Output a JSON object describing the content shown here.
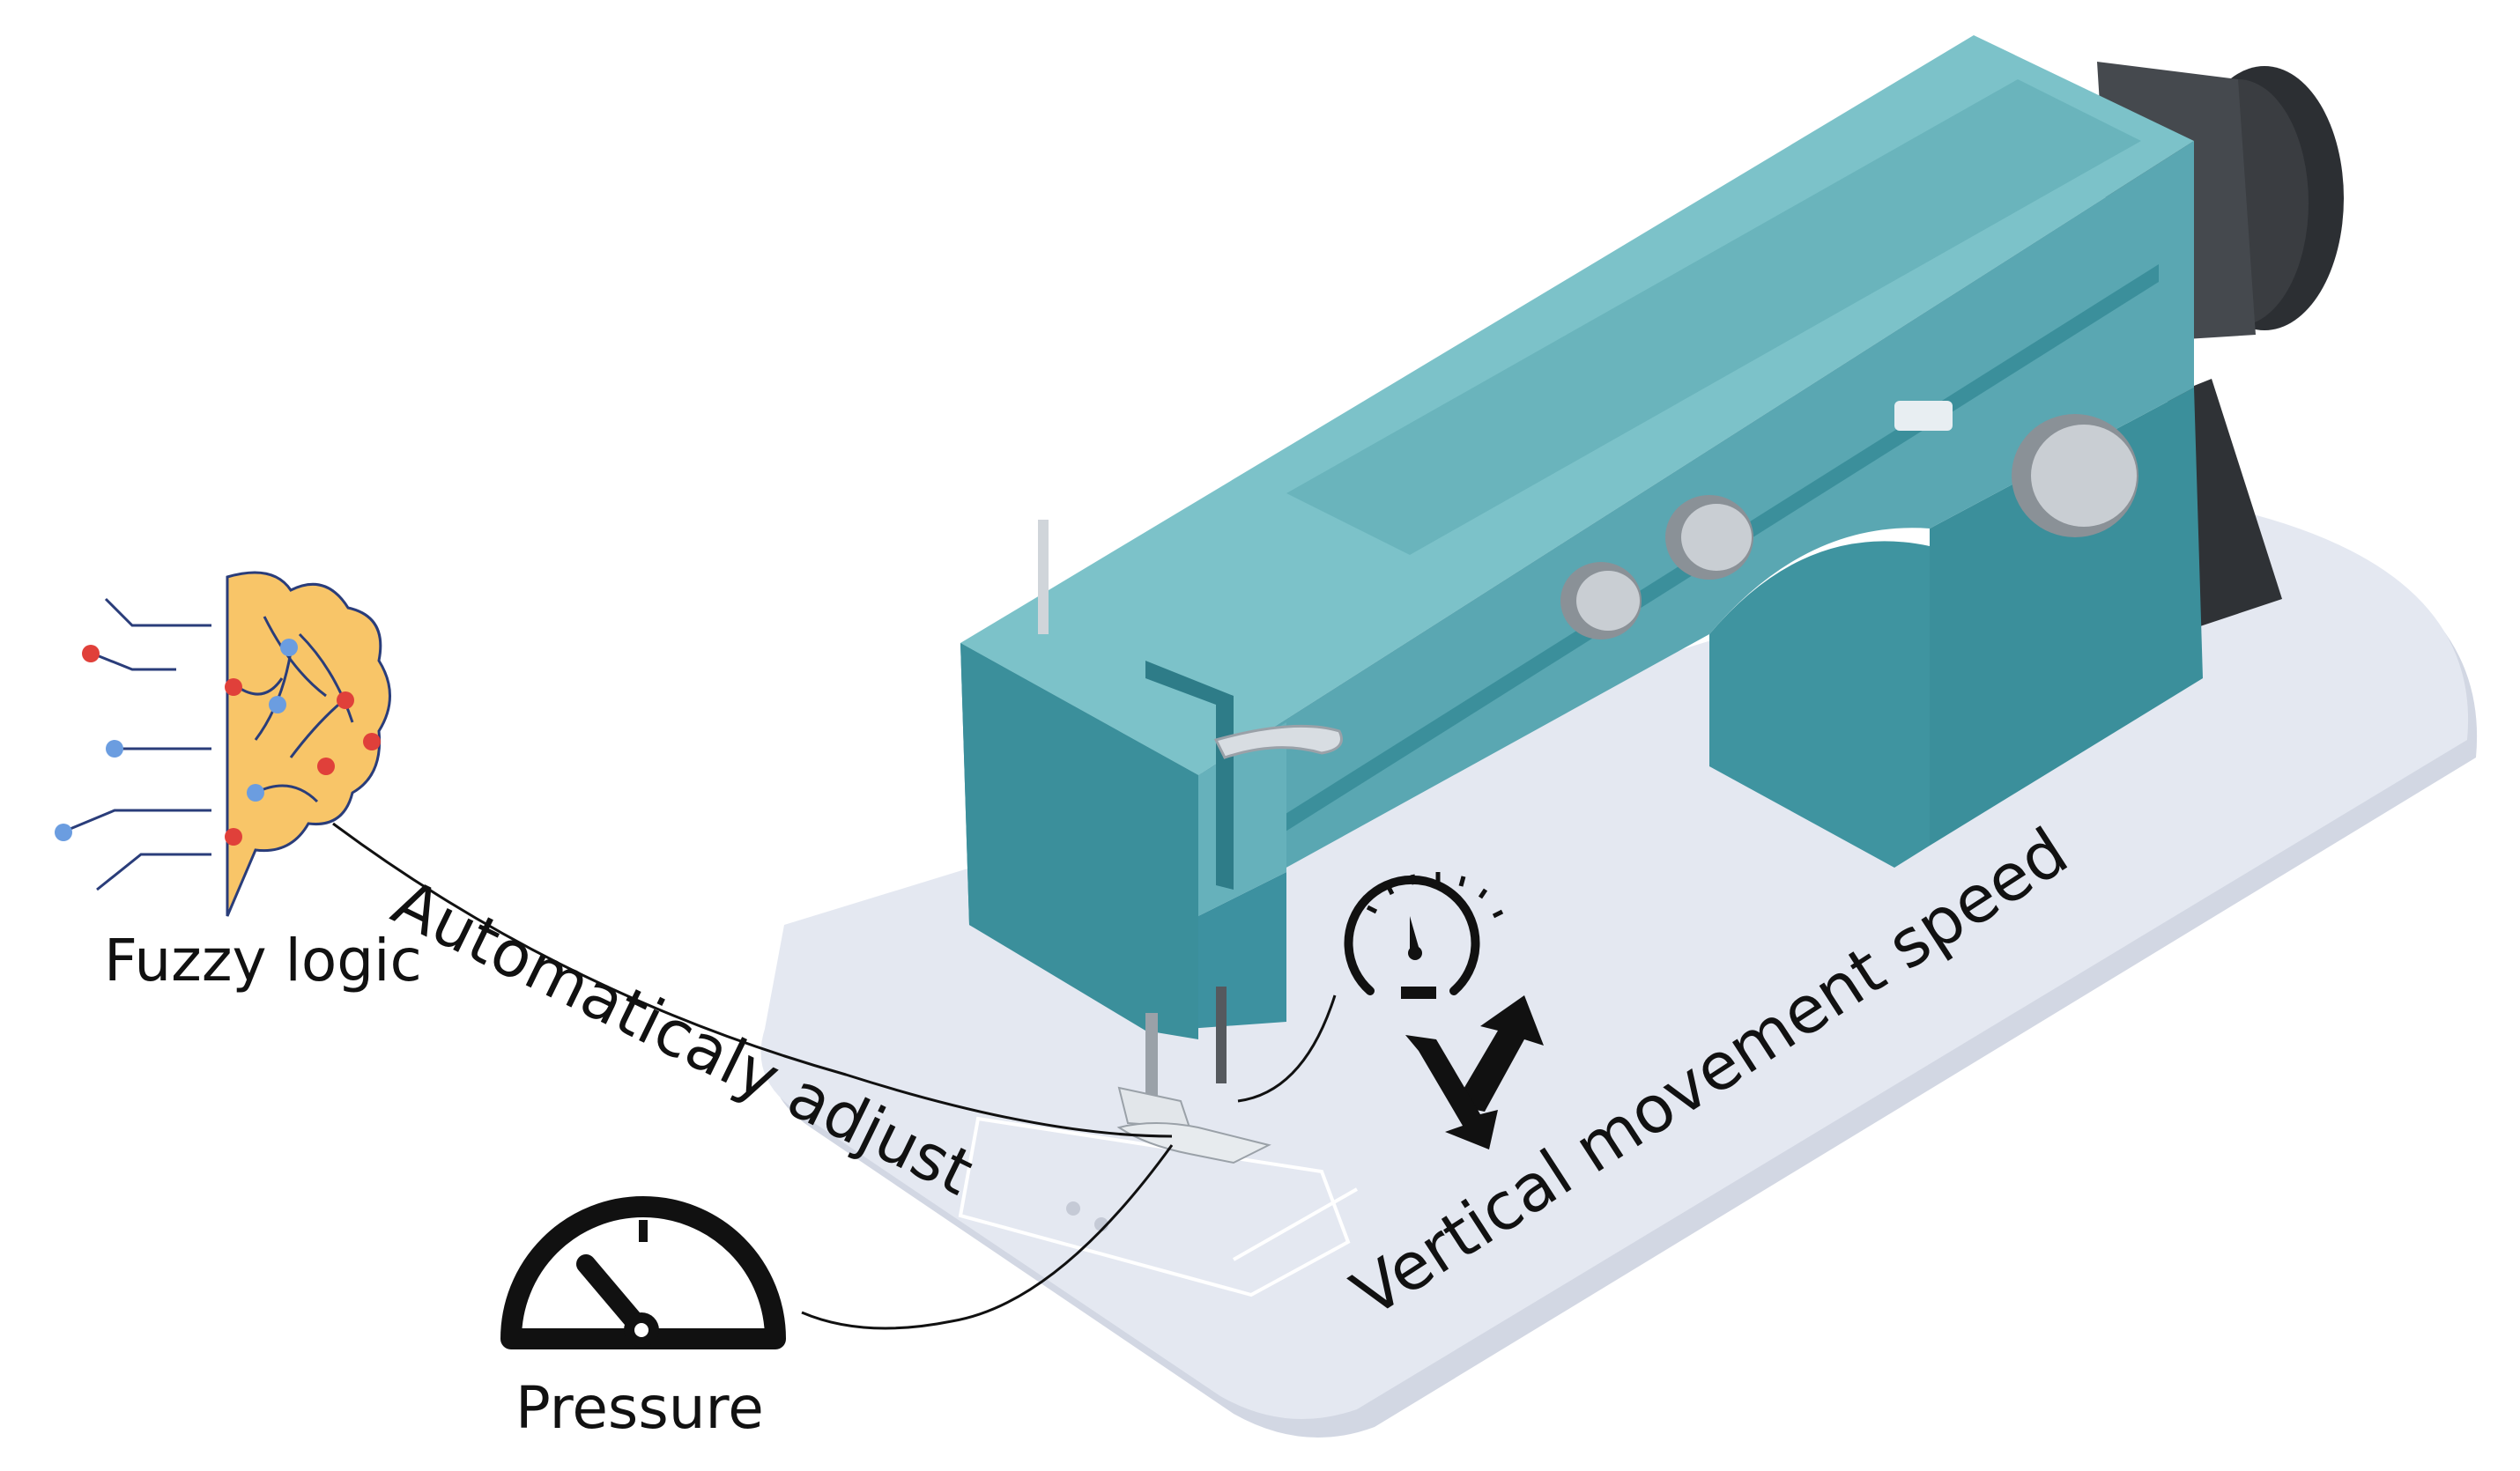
{
  "labels": {
    "fuzzy_logic": "Fuzzy logic",
    "automatic_adjust": "Automaticaly adjust",
    "vertical_speed": "Vertical movement speed",
    "pressure": "Pressure"
  },
  "icons": {
    "brain": "brain-circuit-icon",
    "speed_gauge": "speedometer-icon",
    "pressure_gauge": "pressure-gauge-icon",
    "arrows": "up-down-arrows-icon"
  },
  "colors": {
    "machine_top": "#7cc2c9",
    "machine_front": "#5aa7b2",
    "machine_dark": "#3b8f9b",
    "wheel": "#3a3d41",
    "base": "#e4e8f1",
    "brain": "#f8c568",
    "node_red": "#e0403a",
    "node_blue": "#6b9de0",
    "ink": "#111111"
  }
}
